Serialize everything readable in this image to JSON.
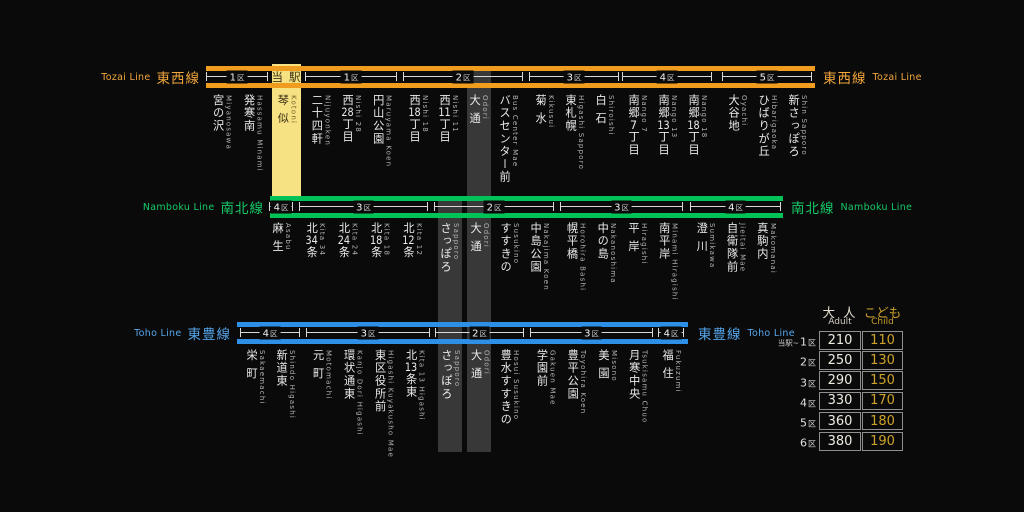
{
  "current_station_label": "当駅",
  "zone_suffix": "区",
  "colors": {
    "background": "#0a0a0a",
    "tozai_orange": "#f09c1e",
    "namboku_green": "#00c257",
    "toho_blue": "#2e8fe6",
    "current_station_yellow": "#f7e283",
    "highlight_band_gray": "#383838",
    "fare_child_gold": "#cda22b",
    "bracket_line": "#d9d9d9"
  },
  "lines": [
    {
      "id": "tozai",
      "name_en": "Tozai Line",
      "name_jp": "東西線",
      "color": "#f09c1e",
      "label_color": "#f2a63c",
      "segments": [
        {
          "zone": "1",
          "stations": [
            {
              "jp": "宮の沢",
              "en": "Miyanosawa"
            },
            {
              "jp": "発寒南",
              "en": "Hassamu Minami"
            }
          ]
        },
        {
          "current": true,
          "stations": [
            {
              "jp": "琴似",
              "en": "Kotoni"
            }
          ]
        },
        {
          "zone": "1",
          "stations": [
            {
              "jp": "二十四軒",
              "en": "Nijuyonken"
            },
            {
              "jp": "西28丁目",
              "en": "Nishi 28"
            },
            {
              "jp": "円山公園",
              "en": "Maruyama Koen"
            }
          ]
        },
        {
          "zone": "2",
          "stations": [
            {
              "jp": "西18丁目",
              "en": "Nishi 18"
            },
            {
              "jp": "西11丁目",
              "en": "Nishi 11"
            },
            {
              "jp": "大通",
              "en": "Odori"
            },
            {
              "jp": "バスセンター前",
              "en": "Bus Center Mae"
            }
          ]
        },
        {
          "zone": "3",
          "stations": [
            {
              "jp": "菊水",
              "en": "Kikusui"
            },
            {
              "jp": "東札幌",
              "en": "Higashi Sapporo"
            },
            {
              "jp": "白石",
              "en": "Shiroishi"
            }
          ]
        },
        {
          "zone": "4",
          "stations": [
            {
              "jp": "南郷7丁目",
              "en": "Nango 7"
            },
            {
              "jp": "南郷13丁目",
              "en": "Nango 13"
            },
            {
              "jp": "南郷18丁目",
              "en": "Nango 18"
            }
          ]
        },
        {
          "zone": "5",
          "stations": [
            {
              "jp": "大谷地",
              "en": "Oyachi"
            },
            {
              "jp": "ひばりが丘",
              "en": "Hibarigaoka"
            },
            {
              "jp": "新さっぽろ",
              "en": "Shin Sapporo"
            }
          ]
        }
      ]
    },
    {
      "id": "namboku",
      "name_en": "Namboku Line",
      "name_jp": "南北線",
      "color": "#00c257",
      "label_color": "#16cb67",
      "segments": [
        {
          "zone": "4",
          "stations": [
            {
              "jp": "麻生",
              "en": "Asabu"
            }
          ]
        },
        {
          "zone": "3",
          "stations": [
            {
              "jp": "北34条",
              "en": "Kita 34"
            },
            {
              "jp": "北24条",
              "en": "Kita 24"
            },
            {
              "jp": "北18条",
              "en": "Kita 18"
            },
            {
              "jp": "北12条",
              "en": "Kita 12"
            }
          ]
        },
        {
          "zone": "2",
          "stations": [
            {
              "jp": "さっぽろ",
              "en": "Sapporo"
            },
            {
              "jp": "大通",
              "en": "Odori"
            },
            {
              "jp": "すすきの",
              "en": "Susukino"
            },
            {
              "jp": "中島公園",
              "en": "Nakajima Koen"
            }
          ]
        },
        {
          "zone": "3",
          "stations": [
            {
              "jp": "幌平橋",
              "en": "Horohira Bashi"
            },
            {
              "jp": "中の島",
              "en": "Nakanoshima"
            },
            {
              "jp": "平岸",
              "en": "Hiragishi"
            },
            {
              "jp": "南平岸",
              "en": "Minami Hiragishi"
            }
          ]
        },
        {
          "zone": "4",
          "stations": [
            {
              "jp": "澄川",
              "en": "Sumikawa"
            },
            {
              "jp": "自衛隊前",
              "en": "Jieitai Mae"
            },
            {
              "jp": "真駒内",
              "en": "Makomanai"
            }
          ]
        }
      ]
    },
    {
      "id": "toho",
      "name_en": "Toho Line",
      "name_jp": "東豊線",
      "color": "#2e8fe6",
      "label_color": "#55a6ec",
      "segments": [
        {
          "zone": "4",
          "stations": [
            {
              "jp": "栄町",
              "en": "Sakaemachi"
            },
            {
              "jp": "新道東",
              "en": "Shindo Higashi"
            }
          ]
        },
        {
          "zone": "3",
          "stations": [
            {
              "jp": "元町",
              "en": "Motomachi"
            },
            {
              "jp": "環状通東",
              "en": "Kanjo Dori Higashi"
            },
            {
              "jp": "東区役所前",
              "en": "Higashi Kuyakusho Mae"
            },
            {
              "jp": "北13条東",
              "en": "Kita 13 Higashi"
            }
          ]
        },
        {
          "zone": "2",
          "stations": [
            {
              "jp": "さっぽろ",
              "en": "Sapporo"
            },
            {
              "jp": "大通",
              "en": "Odori"
            },
            {
              "jp": "豊水すすきの",
              "en": "Hosui Susukino"
            }
          ]
        },
        {
          "zone": "3",
          "stations": [
            {
              "jp": "学園前",
              "en": "Gakuen Mae"
            },
            {
              "jp": "豊平公園",
              "en": "Toyohira Koen"
            },
            {
              "jp": "美園",
              "en": "Misono"
            },
            {
              "jp": "月寒中央",
              "en": "Tsukisamu Chuo"
            }
          ]
        },
        {
          "zone": "4",
          "stations": [
            {
              "jp": "福住",
              "en": "Fukuzumi"
            }
          ]
        }
      ]
    }
  ],
  "fare_table": {
    "header_adult_jp": "大 人",
    "header_adult_en": "Adult",
    "header_child_jp": "こども",
    "header_child_en": "Child",
    "rows": [
      {
        "prefix": "当駅~",
        "zone": "1",
        "adult": "210",
        "child": "110"
      },
      {
        "zone": "2",
        "adult": "250",
        "child": "130"
      },
      {
        "zone": "3",
        "adult": "290",
        "child": "150"
      },
      {
        "zone": "4",
        "adult": "330",
        "child": "170"
      },
      {
        "zone": "5",
        "adult": "360",
        "child": "180"
      },
      {
        "zone": "6",
        "adult": "380",
        "child": "190"
      }
    ]
  }
}
